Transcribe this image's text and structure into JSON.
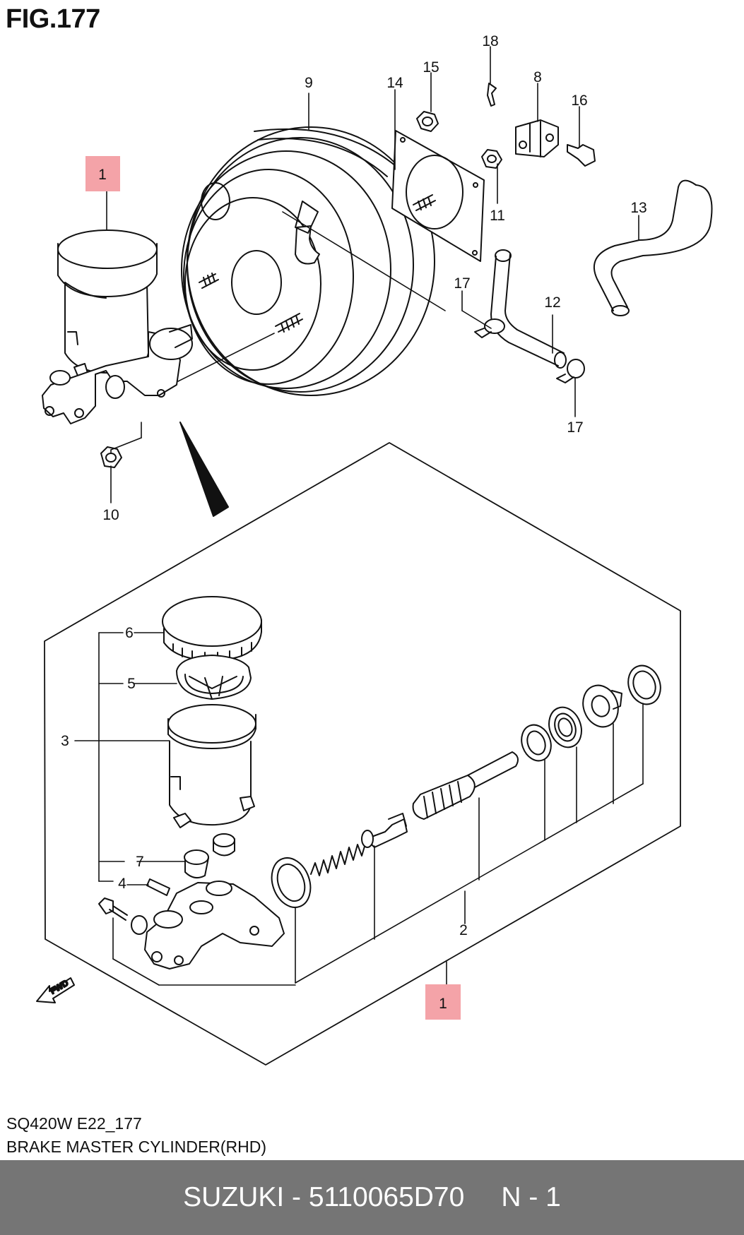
{
  "figure": {
    "title": "FIG.177"
  },
  "callouts": {
    "c1_top": "1",
    "c1_bottom": "1",
    "c2": "2",
    "c3": "3",
    "c4": "4",
    "c5": "5",
    "c6": "6",
    "c7": "7",
    "c8": "8",
    "c9": "9",
    "c10": "10",
    "c11": "11",
    "c12": "12",
    "c13": "13",
    "c14": "14",
    "c15": "15",
    "c16": "16",
    "c17a": "17",
    "c17b": "17",
    "c18": "18"
  },
  "fwd_label": "FWD",
  "caption": {
    "model_code": "SQ420W E22_177",
    "description": "BRAKE MASTER CYLINDER(RHD)"
  },
  "footer": {
    "part_label": "SUZUKI - 5110065D70",
    "page_label": "N - 1"
  },
  "colors": {
    "highlight": "#f4a3a8",
    "footer_bg": "#757575",
    "footer_text": "#ffffff",
    "line": "#111111"
  }
}
